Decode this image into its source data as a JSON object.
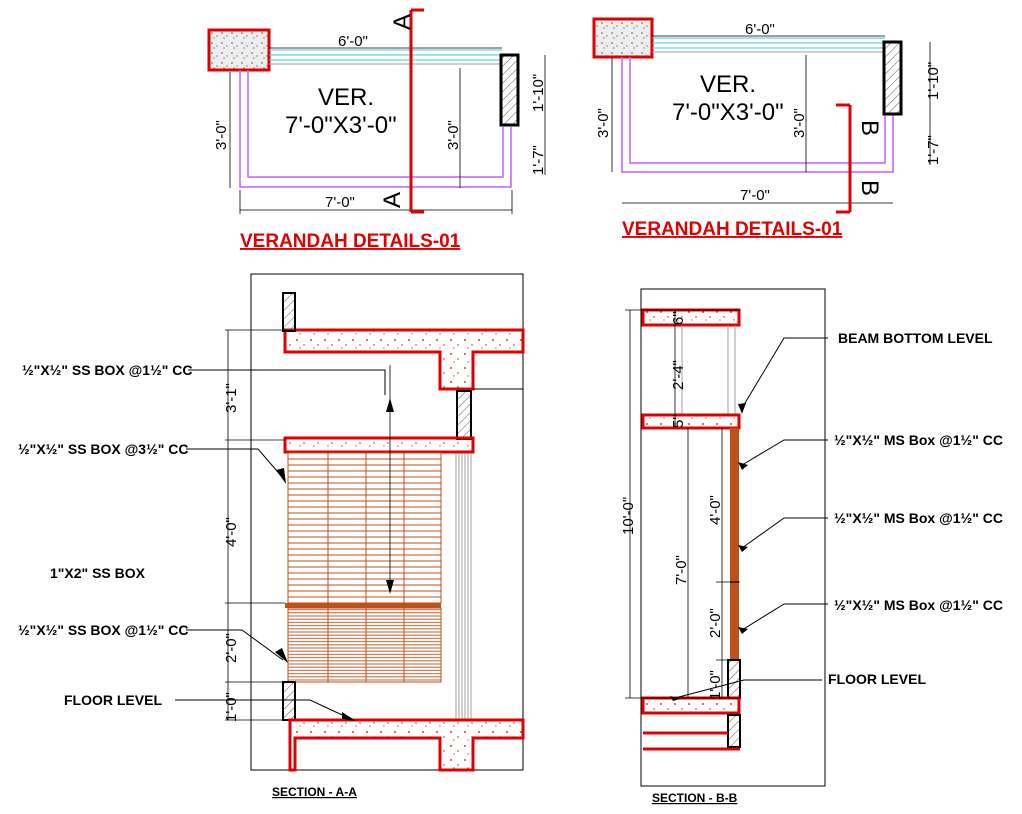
{
  "plan1": {
    "width_label": "6'-0\"",
    "name": "VER.",
    "size": "7'-0\"X3'-0\"",
    "height_left": "3'-0\"",
    "height_mid": "3'-0\"",
    "right_top": "1'-10\"",
    "right_bottom": "1'-7\"",
    "bottom_width": "7'-0\"",
    "section_mark": "A",
    "title": "VERANDAH DETAILS-01"
  },
  "plan2": {
    "width_label": "6'-0\"",
    "name": "VER.",
    "size": "7'-0\"X3'-0\"",
    "height_left": "3'-0\"",
    "height_mid": "3'-0\"",
    "right_top": "1'-10\"",
    "right_bottom": "1'-7\"",
    "bottom_width": "7'-0\"",
    "section_mark": "B",
    "title": "VERANDAH DETAILS-01"
  },
  "sectionA": {
    "labels": {
      "ss_top": "½\"X½\" SS BOX @1½\" CC",
      "ss_mid": "½\"X½\" SS BOX @3½\" CC",
      "ss_main": "1\"X2\" SS BOX",
      "ss_bottom": "½\"X½\" SS BOX @1½\" CC",
      "floor": "FLOOR LEVEL"
    },
    "dims": {
      "d1": "3'-1\"",
      "d2": "4'-0\"",
      "d3": "2'-0\"",
      "d4": "1'-0\""
    },
    "caption": "SECTION - A-A"
  },
  "sectionB": {
    "labels": {
      "beam": "BEAM BOTTOM LEVEL",
      "ms1": "½\"X½\" MS Box @1½\" CC",
      "ms2": "½\"X½\" MS Box @1½\" CC",
      "ms3": "½\"X½\" MS Box @1½\" CC",
      "floor": "FLOOR LEVEL"
    },
    "dims": {
      "total": "10'-0\"",
      "d_top": "6\"",
      "d_24": "2'-4\"",
      "d_5": "5\"",
      "d_70": "7'-0\"",
      "d_40": "4'-0\"",
      "d_20": "2'-0\"",
      "d_10": "1'-0\""
    },
    "caption": "SECTION - B-B"
  },
  "colors": {
    "red": "#e00000",
    "magenta": "#c060ff",
    "cyan": "#40c8e0",
    "brown": "#c0501a"
  }
}
